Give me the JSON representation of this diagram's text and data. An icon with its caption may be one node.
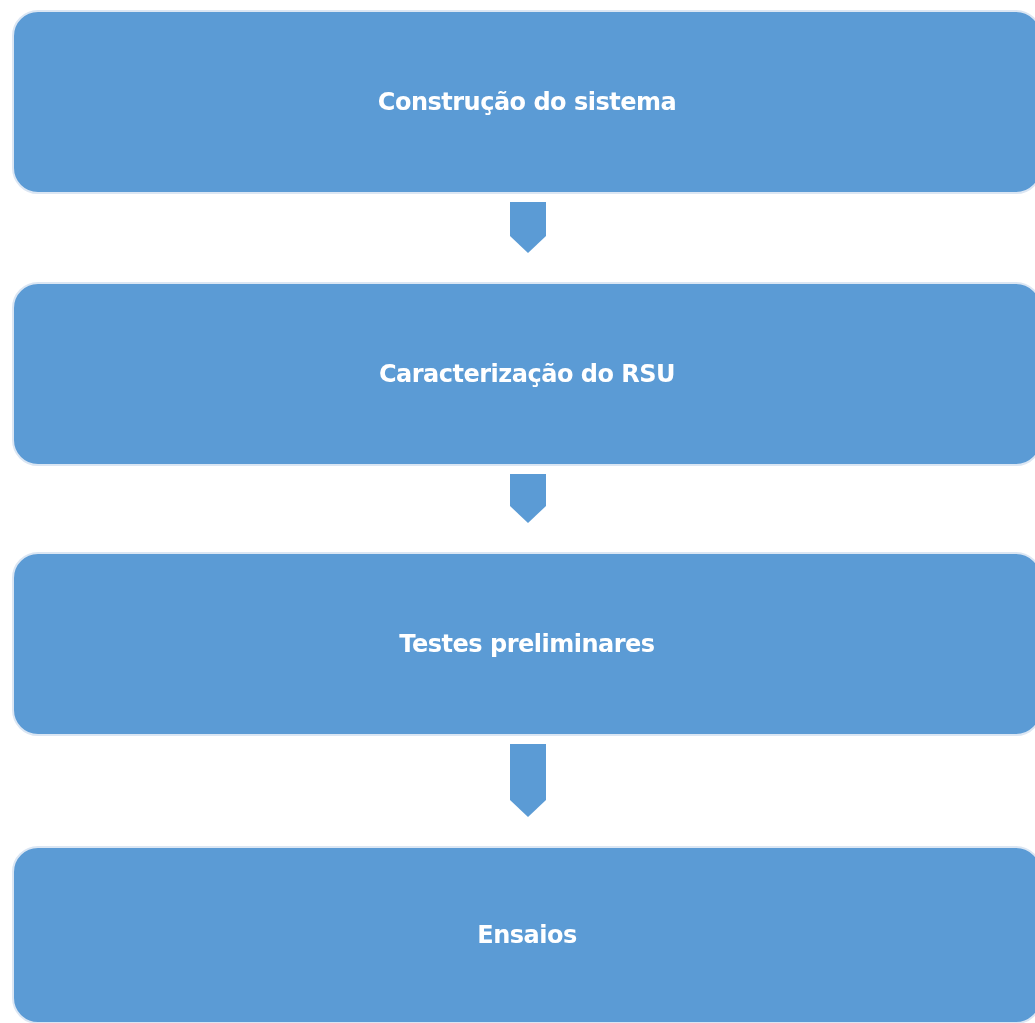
{
  "diagram": {
    "nodes": [
      {
        "text": [
          "Construção do sistema"
        ]
      },
      {
        "text": [
          "Caracterização do RSU"
        ]
      },
      {
        "text": [
          "Testes preliminares"
        ]
      },
      {
        "text": [
          "Ensaios"
        ]
      }
    ],
    "edges": [
      {
        "from": 0,
        "to": 1,
        "arrow": "to"
      },
      {
        "from": 1,
        "to": 2,
        "arrow": "to"
      },
      {
        "from": 2,
        "to": 3,
        "arrow": "to"
      }
    ]
  }
}
